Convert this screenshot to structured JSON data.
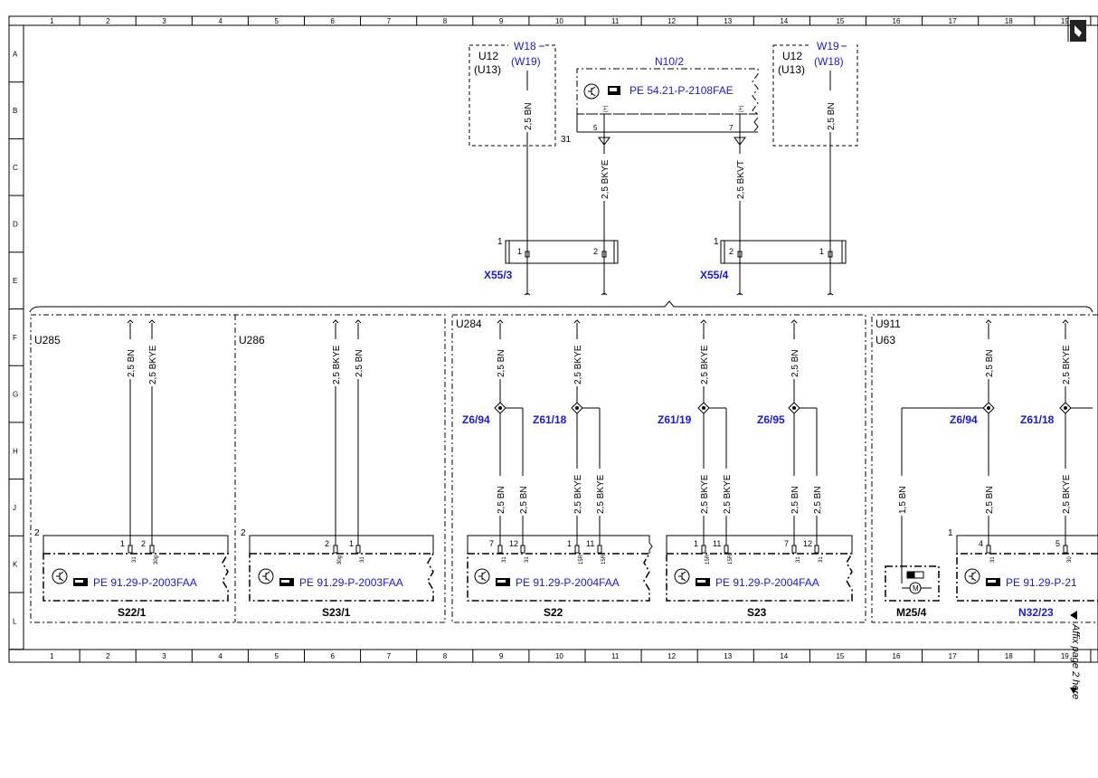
{
  "grid": {
    "columns": [
      "1",
      "2",
      "3",
      "4",
      "5",
      "6",
      "7",
      "8",
      "9",
      "10",
      "11",
      "12",
      "13",
      "14",
      "15",
      "16",
      "17",
      "18",
      "19"
    ],
    "rows": [
      "A",
      "B",
      "C",
      "D",
      "E",
      "F",
      "G",
      "H",
      "J",
      "K",
      "L"
    ]
  },
  "top": {
    "u12_left": {
      "name": "U12",
      "alt": "(U13)",
      "wire_id": "W18",
      "wire_alt": "(W19)"
    },
    "u12_right": {
      "name": "U12",
      "alt": "(U13)",
      "wire_id": "W19",
      "wire_alt": "(W18)"
    },
    "n10": {
      "name": "N10/2",
      "ref": "PE 54.21-P-2108FAE",
      "pin_left": "5",
      "pin_right": "7",
      "sign": "(+)",
      "terminal": "31"
    },
    "wires": {
      "left_bn": "2,5 BN",
      "right_bn": "2,5 BN",
      "left_bkye": "2,5 BKYE",
      "right_bkvt": "2,5 BKVT"
    },
    "x553": {
      "name": "X55/3",
      "tag": "1",
      "pin1": "1",
      "pin2": "2"
    },
    "x554": {
      "name": "X55/4",
      "tag": "1",
      "pin1": "2",
      "pin2": "1"
    }
  },
  "groups": [
    {
      "name": "U285"
    },
    {
      "name": "U286"
    },
    {
      "name": "U284"
    },
    {
      "name": "U911",
      "sub": "U63"
    }
  ],
  "splices": [
    "Z6/94",
    "Z61/18",
    "Z61/19",
    "Z6/95",
    "Z6/94",
    "Z61/18"
  ],
  "components": [
    {
      "name": "S22/1",
      "ref": "PE 91.29-P-2003FAA",
      "frame_tag": "2",
      "pins": [
        "1",
        "2"
      ],
      "terms": [
        "31",
        "30g"
      ]
    },
    {
      "name": "S23/1",
      "ref": "PE 91.29-P-2003FAA",
      "frame_tag": "2",
      "pins": [
        "2",
        "1"
      ],
      "terms": [
        "30g",
        "31"
      ]
    },
    {
      "name": "S22",
      "ref": "PE 91.29-P-2004FAA",
      "pins": [
        "7",
        "12",
        "1",
        "11"
      ],
      "terms": [
        "31",
        "31",
        "15R",
        "15R"
      ]
    },
    {
      "name": "S23",
      "ref": "PE 91.29-P-2004FAA",
      "pins": [
        "1",
        "11",
        "7",
        "12"
      ],
      "terms": [
        "15R",
        "15R",
        "31",
        "31"
      ]
    },
    {
      "name": "M25/4"
    },
    {
      "name": "N32/23",
      "ref": "PE 91.29-P-21",
      "frame_tag": "1",
      "pins": [
        "4",
        "5"
      ],
      "terms": [
        "31",
        "30"
      ]
    }
  ],
  "bottom_wires": {
    "bn": "2,5 BN",
    "bkye": "2,5 BKYE",
    "thin_bn": "1,5 BN"
  },
  "side_note": "Affix page 2 here"
}
